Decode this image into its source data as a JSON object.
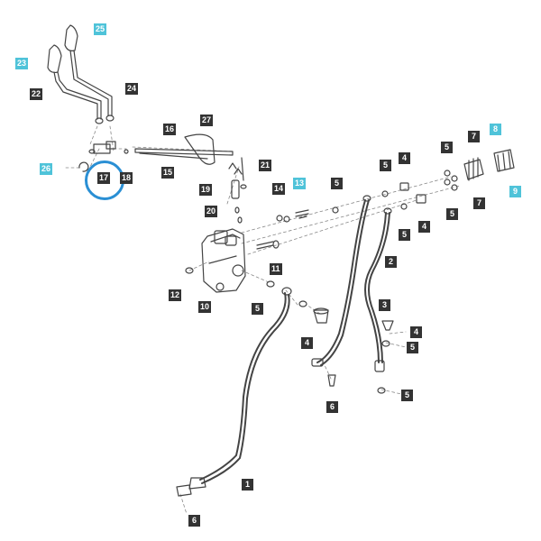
{
  "colors": {
    "dark_label": "#333333",
    "cyan_label": "#4fc3d9",
    "highlight_ring": "#2a8fd4",
    "line": "#444444",
    "dash": "#888888"
  },
  "highlighted_part": "17",
  "callouts": [
    {
      "id": "c25",
      "text": "25",
      "style": "cyan"
    },
    {
      "id": "c23",
      "text": "23",
      "style": "cyan"
    },
    {
      "id": "c22",
      "text": "22",
      "style": "dark"
    },
    {
      "id": "c24",
      "text": "24",
      "style": "dark"
    },
    {
      "id": "c27",
      "text": "27",
      "style": "dark"
    },
    {
      "id": "c16",
      "text": "16",
      "style": "dark"
    },
    {
      "id": "c15",
      "text": "15",
      "style": "dark"
    },
    {
      "id": "c26",
      "text": "26",
      "style": "cyan"
    },
    {
      "id": "c17",
      "text": "17",
      "style": "dark"
    },
    {
      "id": "c18",
      "text": "18",
      "style": "dark"
    },
    {
      "id": "c21",
      "text": "21",
      "style": "dark"
    },
    {
      "id": "c19",
      "text": "19",
      "style": "dark"
    },
    {
      "id": "c20",
      "text": "20",
      "style": "dark"
    },
    {
      "id": "c14",
      "text": "14",
      "style": "dark"
    },
    {
      "id": "c13",
      "text": "13",
      "style": "cyan"
    },
    {
      "id": "c5a",
      "text": "5",
      "style": "dark"
    },
    {
      "id": "c5b",
      "text": "5",
      "style": "dark"
    },
    {
      "id": "c4a",
      "text": "4",
      "style": "dark"
    },
    {
      "id": "c5c",
      "text": "5",
      "style": "dark"
    },
    {
      "id": "c4b",
      "text": "4",
      "style": "dark"
    },
    {
      "id": "c5d",
      "text": "5",
      "style": "dark"
    },
    {
      "id": "c5e",
      "text": "5",
      "style": "dark"
    },
    {
      "id": "c7a",
      "text": "7",
      "style": "dark"
    },
    {
      "id": "c7b",
      "text": "7",
      "style": "dark"
    },
    {
      "id": "c8",
      "text": "8",
      "style": "cyan"
    },
    {
      "id": "c9",
      "text": "9",
      "style": "cyan"
    },
    {
      "id": "c11",
      "text": "11",
      "style": "dark"
    },
    {
      "id": "c2",
      "text": "2",
      "style": "dark"
    },
    {
      "id": "c12",
      "text": "12",
      "style": "dark"
    },
    {
      "id": "c10",
      "text": "10",
      "style": "dark"
    },
    {
      "id": "c5f",
      "text": "5",
      "style": "dark"
    },
    {
      "id": "c3",
      "text": "3",
      "style": "dark"
    },
    {
      "id": "c4c",
      "text": "4",
      "style": "dark"
    },
    {
      "id": "c4d",
      "text": "4",
      "style": "dark"
    },
    {
      "id": "c5g",
      "text": "5",
      "style": "dark"
    },
    {
      "id": "c6a",
      "text": "6",
      "style": "dark"
    },
    {
      "id": "c5h",
      "text": "5",
      "style": "dark"
    },
    {
      "id": "c1",
      "text": "1",
      "style": "dark"
    },
    {
      "id": "c6b",
      "text": "6",
      "style": "dark"
    }
  ]
}
